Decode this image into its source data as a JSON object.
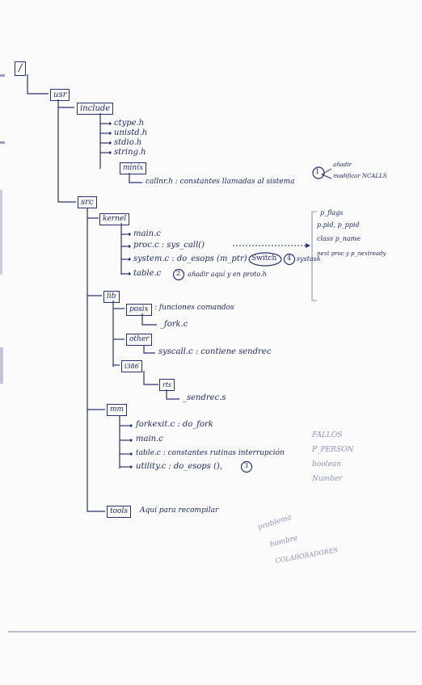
{
  "tree": {
    "root": "/",
    "usr": "usr",
    "include": {
      "label": "include",
      "files": [
        "ctype.h",
        "unistd.h",
        "stdio.h",
        "string.h"
      ],
      "minix": {
        "label": "minix",
        "file": "callnr.h : constantes llamadas al sistema"
      }
    },
    "src": {
      "label": "src",
      "kernel": {
        "label": "kernel",
        "files": [
          "main.c",
          "proc.c : sys_call()",
          "system.c : do_esops (m_ptr)",
          "table.c"
        ],
        "switch_label": "Switch",
        "num1": "1",
        "num2": "2",
        "num4": "4",
        "table_note": "añadir aquí y en proto.h",
        "systask": "systask"
      },
      "lib": {
        "label": "lib",
        "posix": {
          "label": "posix",
          "note": ": funciones comandos",
          "file": "_fork.c"
        },
        "other": {
          "label": "other",
          "file": "syscall.c : contiene sendrec"
        },
        "i386": {
          "label": "i386",
          "rts": "rts",
          "file": "_sendrec.s"
        }
      },
      "mm": {
        "label": "mm",
        "files": [
          "forkexit.c : do_fork",
          "main.c",
          "table.c : constantes rutinas interrupción",
          "utility.c : do_esops (),"
        ],
        "num3": "3"
      },
      "tools": {
        "label": "tools",
        "note": "Aquí para recompilar"
      }
    }
  },
  "side_notes": {
    "brace_top": "añadir",
    "brace_bottom": "modificar NCALLS",
    "proc_fields": [
      "p_flags",
      "p.pid, p_ppid",
      "class p_name",
      "next proc y p_nextready"
    ],
    "type_list": [
      "FALLOS",
      "P_PERSON",
      "boolean",
      "Number"
    ],
    "pencil_notes": [
      "problema",
      "hombre",
      "COLABORADORES"
    ]
  }
}
